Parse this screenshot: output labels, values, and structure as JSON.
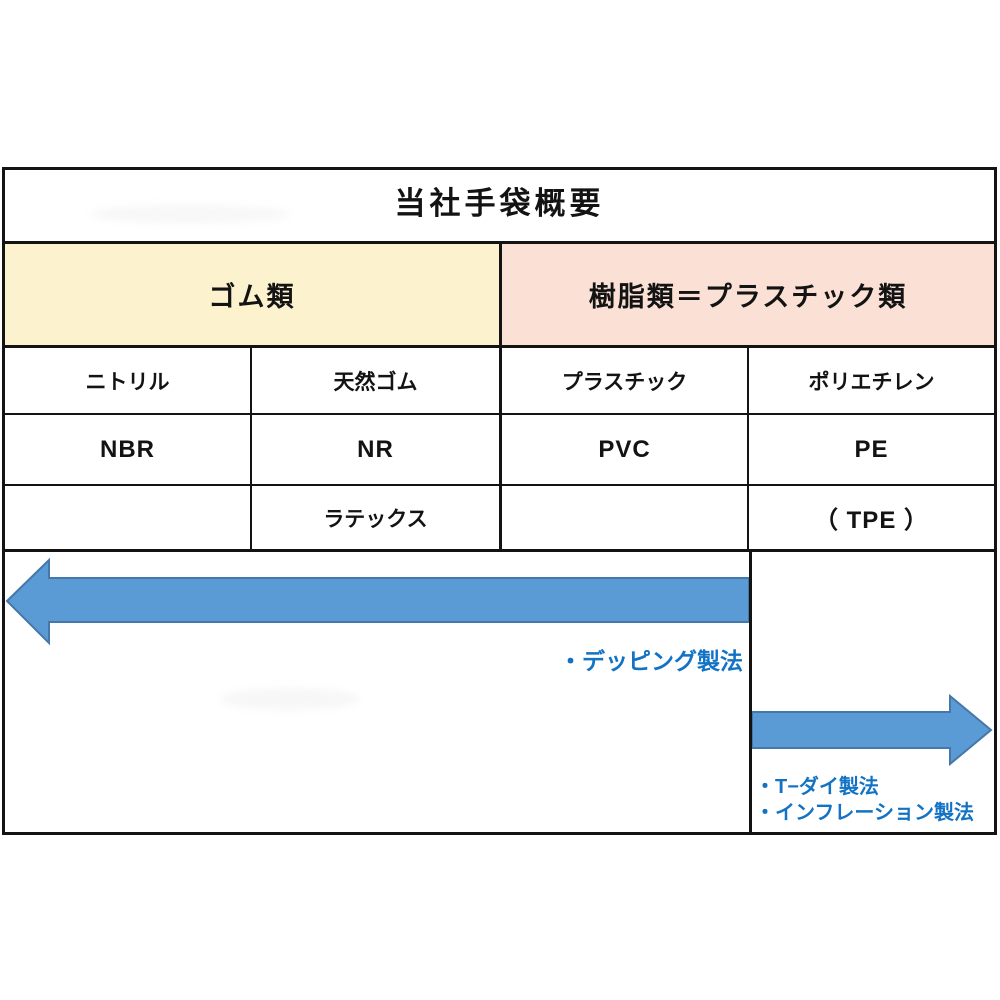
{
  "title": "当社手袋概要",
  "categories": {
    "rubber": {
      "label": "ゴム類",
      "bg": "#FCF2CE"
    },
    "plastic": {
      "label": "樹脂類＝プラスチック類",
      "bg": "#FAE0D5"
    }
  },
  "materials": {
    "columns": [
      {
        "name": "ニトリル",
        "code": "NBR",
        "extra": ""
      },
      {
        "name": "天然ゴム",
        "code": "NR",
        "extra": "ラテックス"
      },
      {
        "name": "プラスチック",
        "code": "PVC",
        "extra": ""
      },
      {
        "name": "ポリエチレン",
        "code": "PE",
        "extra": "（ TPE ）"
      }
    ]
  },
  "processes": {
    "dipping_label": "・デッピング製法",
    "tdie_label": "・T−ダイ製法",
    "inflation_label": "・インフレーション製法"
  },
  "colors": {
    "rubber_bg": "#FCF2CE",
    "plastic_bg": "#FAE0D5",
    "arrow_fill": "#5B9BD5",
    "arrow_stroke": "#4577A9",
    "process_text": "#1273C4",
    "border": "#131313"
  }
}
